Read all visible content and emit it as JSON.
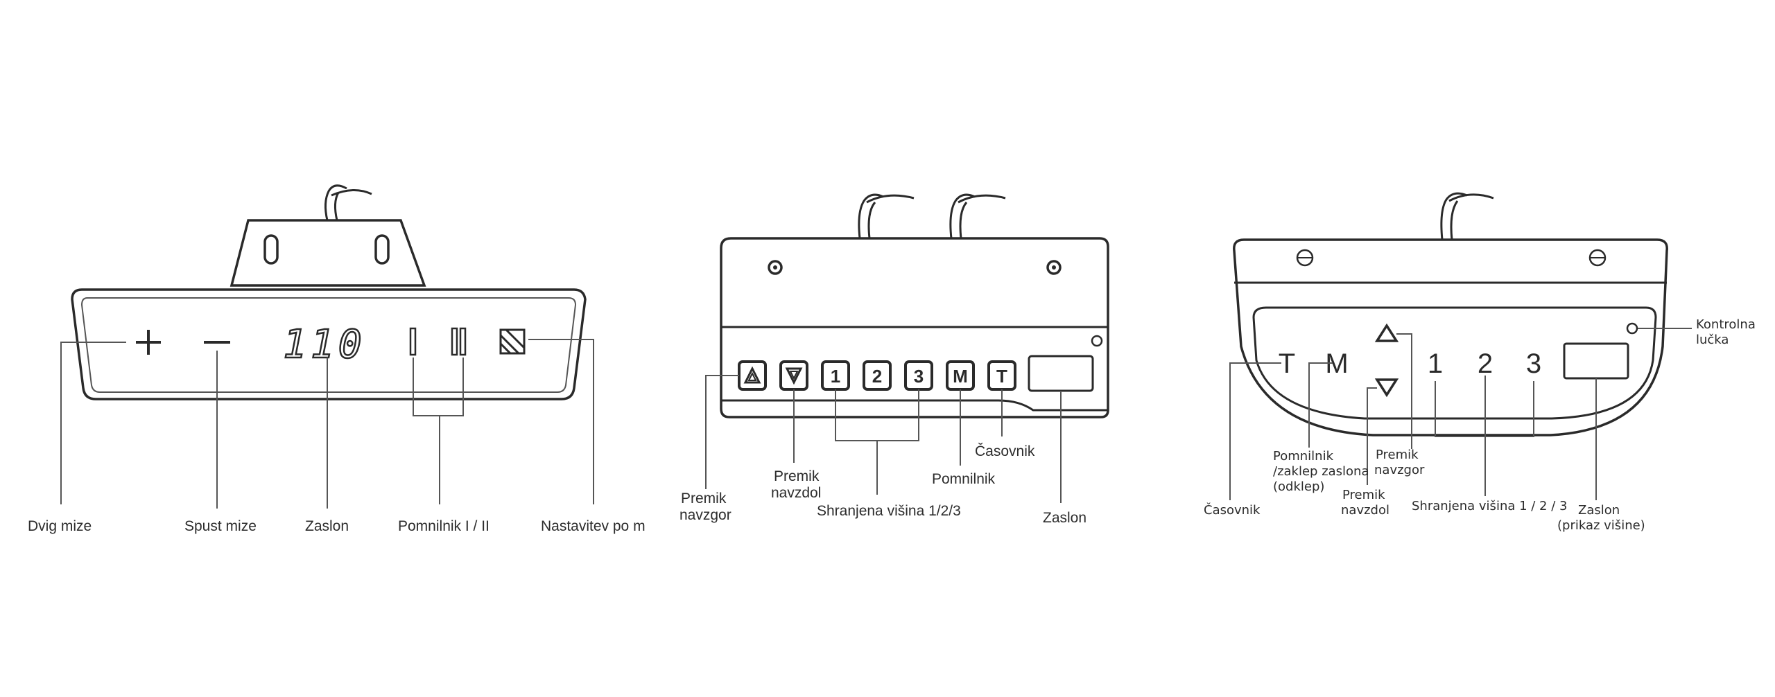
{
  "panel1": {
    "display_value": "110",
    "labels": {
      "up": "Dvig mize",
      "down": "Spust mize",
      "display": "Zaslon",
      "memory": "Pomnilnik I / II",
      "settings": "Nastavitev po m"
    }
  },
  "panel2": {
    "buttons": [
      "1",
      "2",
      "3",
      "M",
      "T"
    ],
    "labels": {
      "up": [
        "Premik",
        "navzgor"
      ],
      "down": [
        "Premik",
        "navzdol"
      ],
      "stored": "Shranjena višina 1/2/3",
      "memory": "Pomnilnik",
      "timer": "Časovnik",
      "display": "Zaslon"
    }
  },
  "panel3": {
    "keys": {
      "t": "T",
      "m": "M",
      "k1": "1",
      "k2": "2",
      "k3": "3"
    },
    "labels": {
      "indicator": [
        "Kontrolna",
        "lučka"
      ],
      "timer": "Časovnik",
      "memory_lock": [
        "Pomnilnik",
        "/zaklep zaslona",
        "(odklep)"
      ],
      "up": [
        "Premik",
        "navzgor"
      ],
      "down": [
        "Premik",
        "navzdol"
      ],
      "stored": "Shranjena višina 1 / 2 / 3",
      "display": [
        "Zaslon",
        "(prikaz višine)"
      ]
    }
  }
}
